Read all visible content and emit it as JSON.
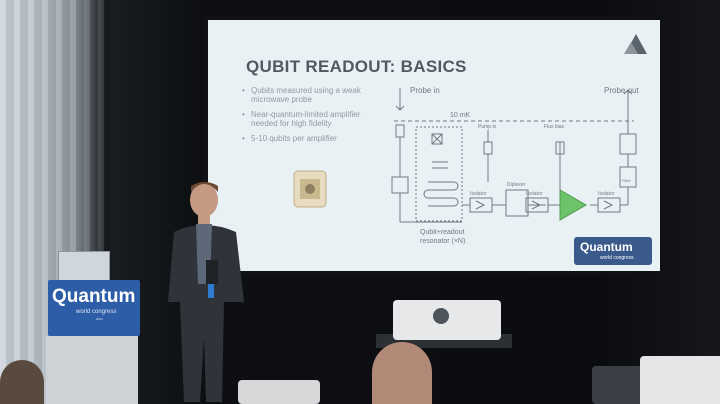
{
  "slide": {
    "title": "QUBIT READOUT: BASICS",
    "bullets": [
      "Qubits measured using a weak microwave probe",
      "Near-quantum-limited amplifier needed for high fidelity",
      "5-10 qubits per amplifier"
    ],
    "schematic": {
      "probe_in": "Probe in",
      "probe_out": "Probe out",
      "mxc": "10 mK",
      "pump_in": "Pump in",
      "flux_bias": "Flux bias",
      "diplexer": "Diplexer",
      "isolator": "Isolator",
      "filter": "Filter",
      "qubit_readout": "Qubit+readout",
      "resonator": "resonator (×N)"
    },
    "footer_logo": {
      "big": "Quantum",
      "small": "world congress"
    }
  },
  "banner": {
    "big": "Quantum",
    "small": "world congress",
    "tiny": "2024"
  },
  "colors": {
    "slide_bg": "#e9f1f4",
    "title": "#505a63",
    "accent_blue": "#2e5da8",
    "amp_green": "#6cc36a"
  }
}
